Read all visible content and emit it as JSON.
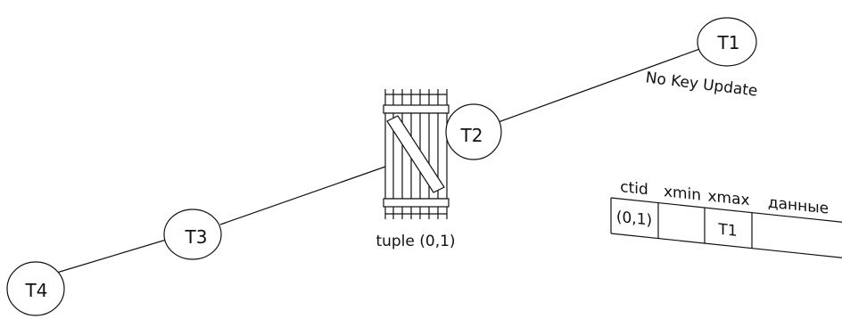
{
  "nodes": {
    "t1": "T1",
    "t2": "T2",
    "t3": "T3",
    "t4": "T4"
  },
  "tuple_label": "tuple (0,1)",
  "lock_mode": "No Key Update",
  "table": {
    "headers": [
      "ctid",
      "xmin",
      "xmax",
      "данные"
    ],
    "row": [
      "(0,1)",
      "",
      "T1",
      ""
    ]
  }
}
